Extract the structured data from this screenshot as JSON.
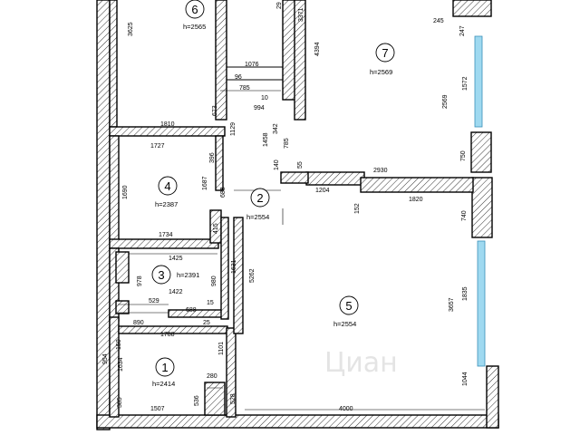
{
  "rooms": [
    {
      "number": "6",
      "height": "h=2565"
    },
    {
      "number": "7",
      "height": "h=2569"
    },
    {
      "number": "4",
      "height": "h=2387"
    },
    {
      "number": "2",
      "height": "h=2554"
    },
    {
      "number": "3",
      "height": "h=2391"
    },
    {
      "number": "5",
      "height": "h=2554"
    },
    {
      "number": "1",
      "height": "h=2414"
    }
  ],
  "dimensions": {
    "d3625": "3625",
    "d2565": "29",
    "d3371": "3371",
    "d245": "245",
    "d247": "247",
    "d1076": "1076",
    "d96": "96",
    "d4394": "4394",
    "d1572": "1572",
    "d785a": "785",
    "d10": "10",
    "d994": "994",
    "d2569": "2569",
    "d673": "673",
    "d1810": "1810",
    "d342": "342",
    "d1129": "1129",
    "d1458": "1458",
    "d785b": "785",
    "d1727": "1727",
    "d396": "396",
    "d750": "750",
    "d140": "140",
    "d55": "55",
    "d2930": "2930",
    "d1690": "1690",
    "d1687": "1687",
    "d688a": "688",
    "d1204": "1204",
    "d1820": "1820",
    "d152": "152",
    "d740": "740",
    "d415": "415",
    "d1734": "1734",
    "d1425": "1425",
    "d5262": "5262",
    "d1631": "1631",
    "d978": "978",
    "d980": "980",
    "d1422": "1422",
    "d1835": "1835",
    "d3657": "3657",
    "d529": "529",
    "d15": "15",
    "d890": "890",
    "d688b": "688",
    "d25": "25",
    "d1788": "1788",
    "d150": "150",
    "d1101": "1101",
    "d954": "954",
    "d1634": "1634",
    "d280": "280",
    "d1044": "1044",
    "d385": "385",
    "d1507": "1507",
    "d536": "536",
    "d528": "528",
    "d4000": "4000"
  },
  "watermark": "Циан"
}
